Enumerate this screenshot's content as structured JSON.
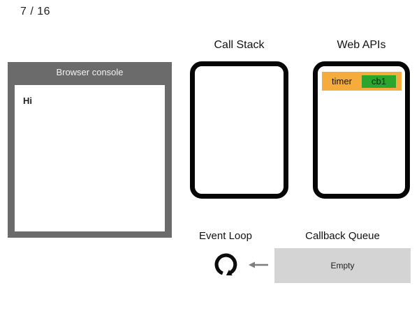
{
  "slide": {
    "counter": "7 / 16"
  },
  "console": {
    "title": "Browser console",
    "log_lines": [
      "Hi"
    ]
  },
  "call_stack": {
    "title": "Call Stack",
    "frames": []
  },
  "web_apis": {
    "title": "Web APIs",
    "items": [
      {
        "label": "timer",
        "callback": "cb1"
      }
    ]
  },
  "event_loop": {
    "title": "Event Loop",
    "icon": "circular-clockwise-arrow"
  },
  "callback_queue": {
    "title": "Callback Queue",
    "status": "Empty"
  },
  "icons": {
    "queue_to_loop": "left-arrow"
  },
  "colors": {
    "accent-orange": "#f6ac3d",
    "accent-green": "#2ba52b",
    "console-gray": "#6b6b6b",
    "queue-gray": "#d4d4d4",
    "arrow-gray": "#7f7f7f",
    "frame-black": "#050505"
  }
}
